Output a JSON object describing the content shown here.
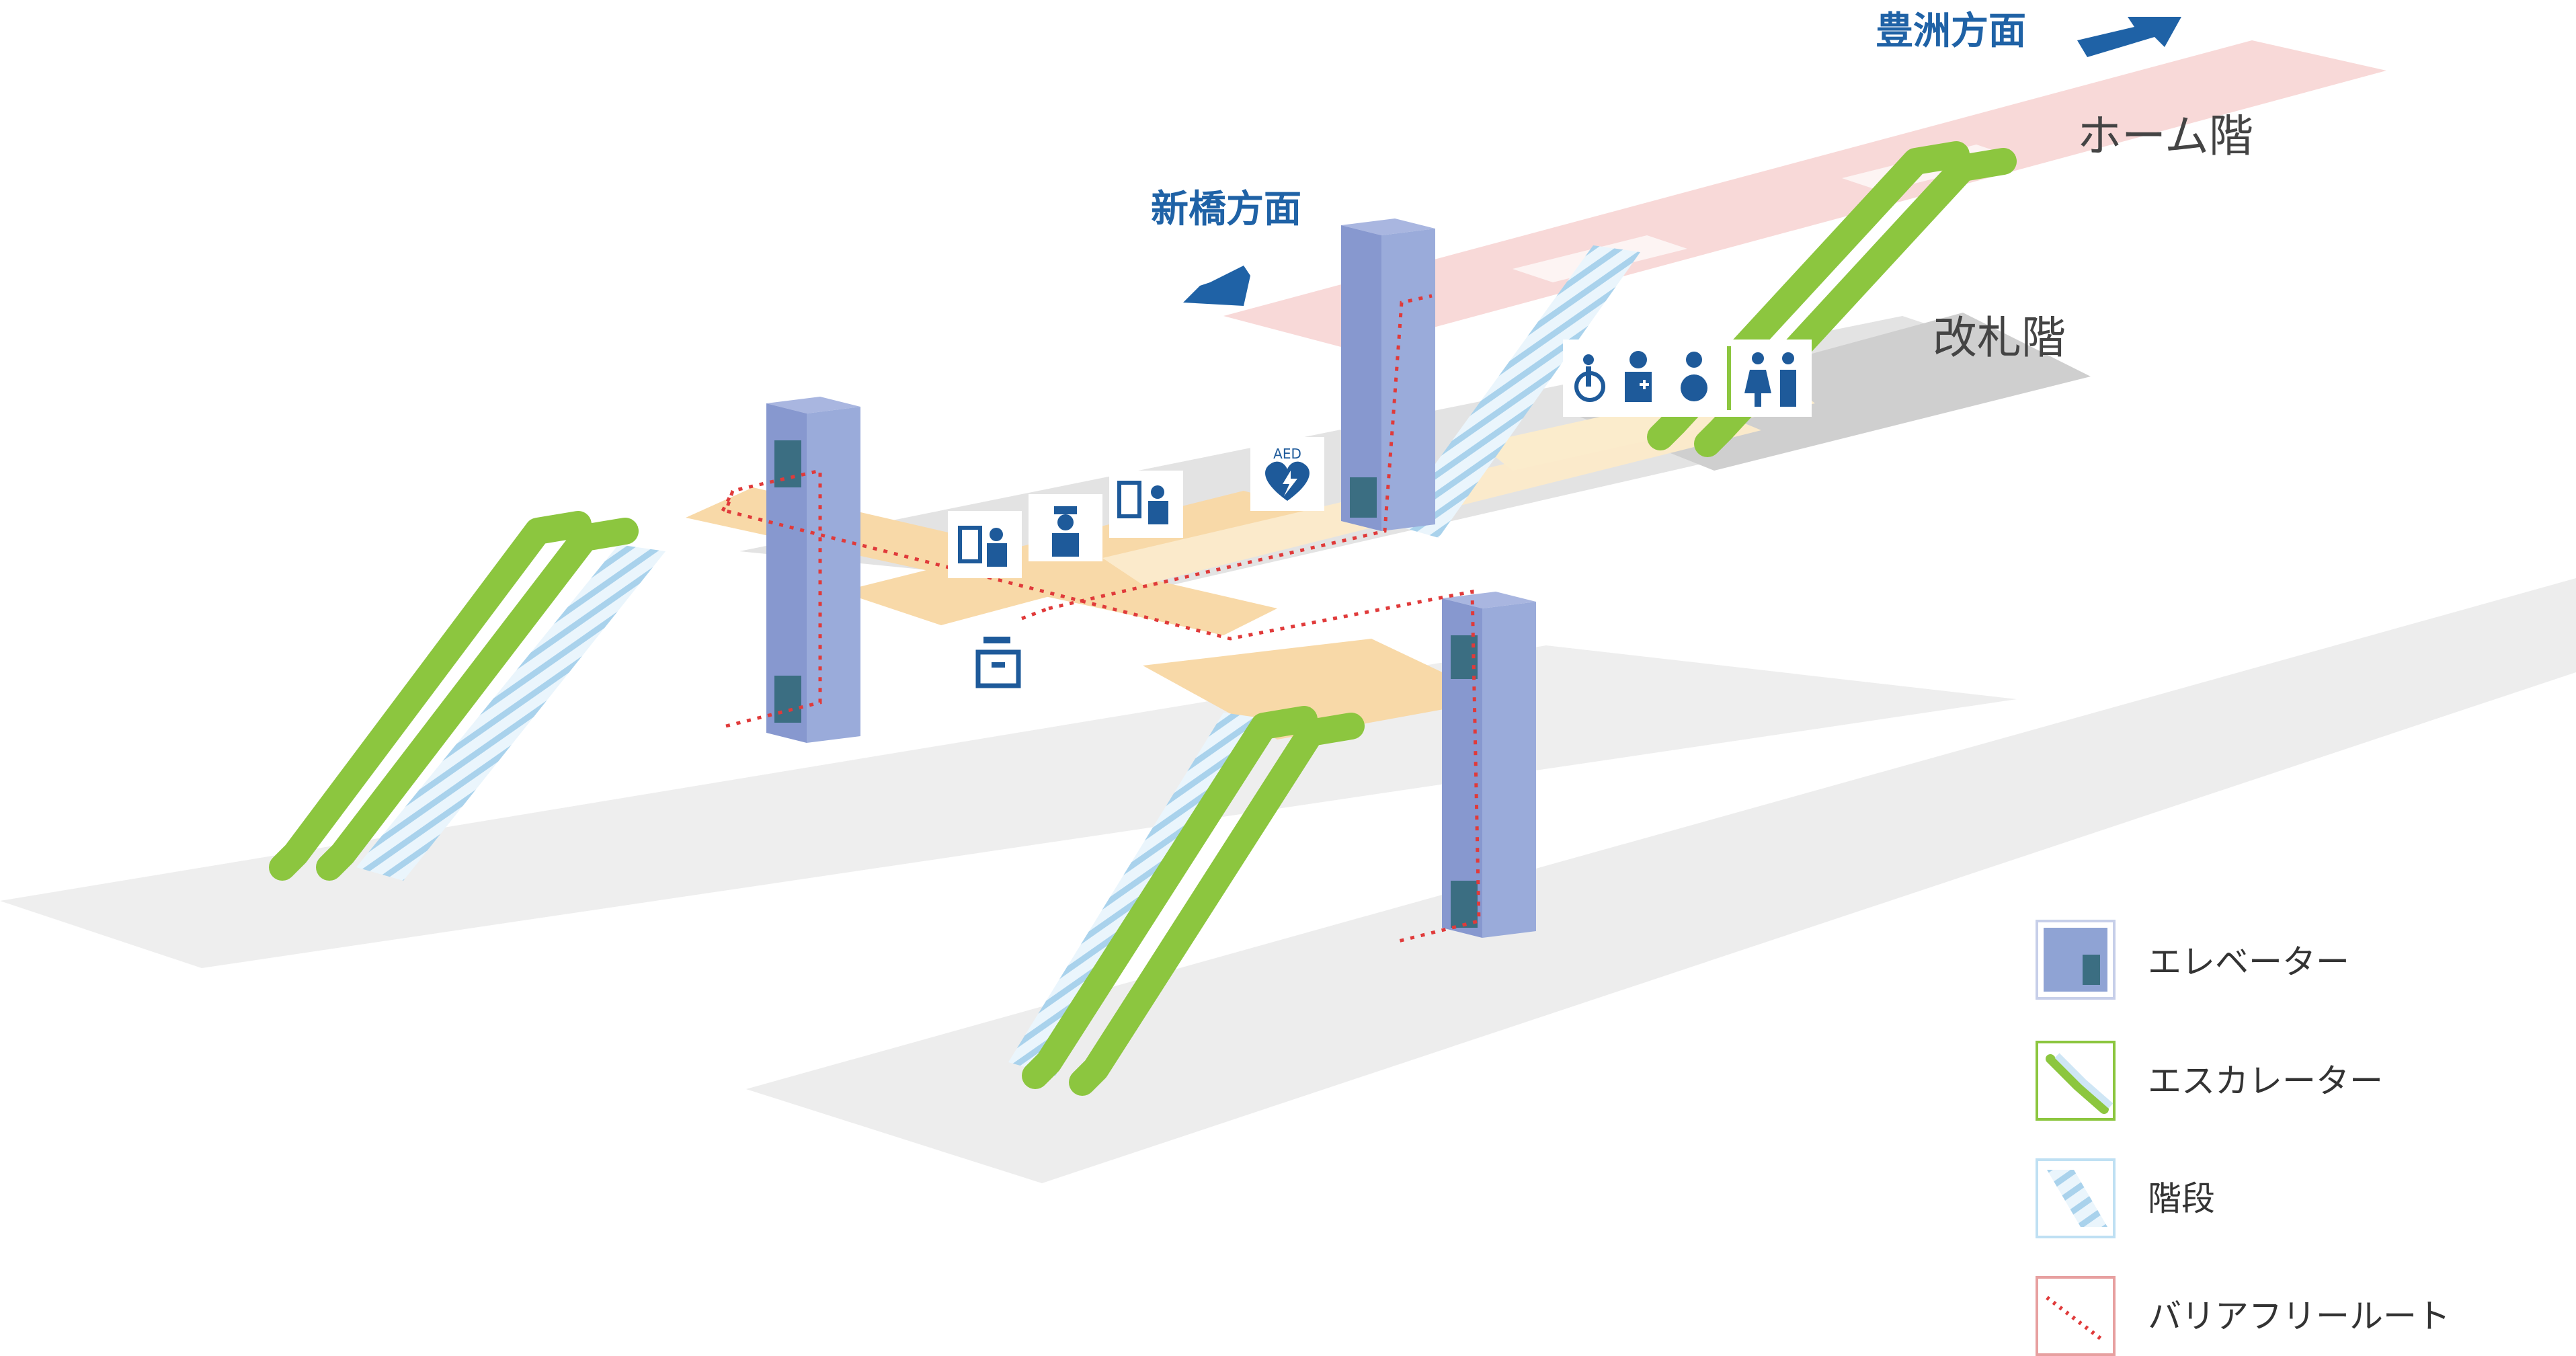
{
  "directions": {
    "toyosu": "豊洲方面",
    "shimbashi": "新橋方面"
  },
  "floors": {
    "platform": "ホーム階",
    "concourse": "改札階"
  },
  "facility_icons": {
    "aed_text": "AED",
    "items": [
      "ticket-machine-icon",
      "station-staff-icon",
      "fare-adjustment-icon",
      "aed-icon",
      "coin-locker-icon",
      "wheelchair-icon",
      "first-aid-icon",
      "baby-care-icon",
      "restroom-icon"
    ]
  },
  "legend": {
    "elevator": "エレベーター",
    "escalator": "エスカレーター",
    "stairs": "階段",
    "barrier_free": "バリアフリールート"
  },
  "colors": {
    "elevator": "#8fa3d4",
    "escalator": "#8cc63f",
    "stairs": "#cfe6f5",
    "barrier_free_route": "#e03a3a",
    "concourse": "#fbd9a6",
    "platform": "#f7d7d6",
    "direction_arrow": "#1f62a6"
  }
}
